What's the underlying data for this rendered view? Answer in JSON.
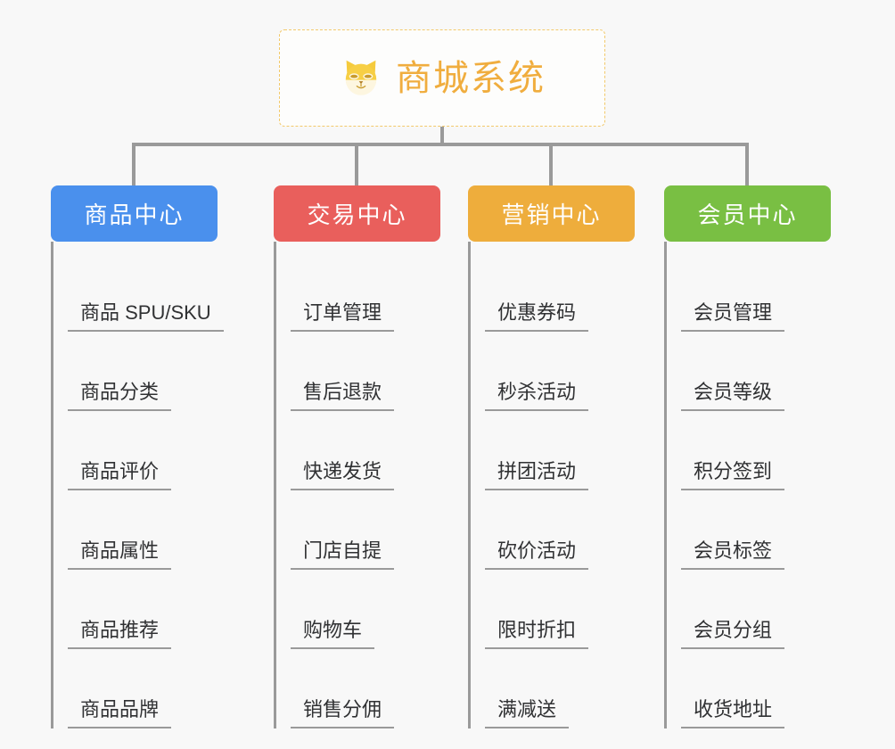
{
  "root": {
    "title": "商城系统",
    "icon": "dog-face-icon",
    "title_color": "#f0ad3e",
    "border_color": "#f2c96b"
  },
  "connector_color": "#9a9a9a",
  "background_color": "#f8f8f8",
  "columns": [
    {
      "title": "商品中心",
      "color": "#4a90ed",
      "items": [
        "商品 SPU/SKU",
        "商品分类",
        "商品评价",
        "商品属性",
        "商品推荐",
        "商品品牌"
      ]
    },
    {
      "title": "交易中心",
      "color": "#e95f5c",
      "items": [
        "订单管理",
        "售后退款",
        "快递发货",
        "门店自提",
        "购物车",
        "销售分佣"
      ]
    },
    {
      "title": "营销中心",
      "color": "#eead3c",
      "items": [
        "优惠券码",
        "秒杀活动",
        "拼团活动",
        "砍价活动",
        "限时折扣",
        "满减送"
      ]
    },
    {
      "title": "会员中心",
      "color": "#79bf43",
      "items": [
        "会员管理",
        "会员等级",
        "积分签到",
        "会员标签",
        "会员分组",
        "收货地址"
      ]
    }
  ]
}
